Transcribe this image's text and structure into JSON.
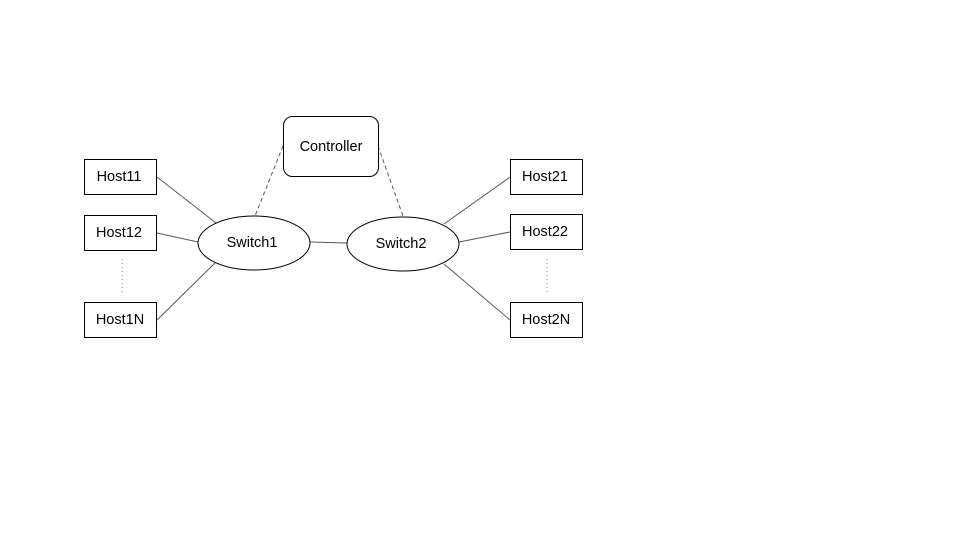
{
  "nodes": {
    "controller": {
      "label": "Controller"
    },
    "switch1": {
      "label": "Switch1"
    },
    "switch2": {
      "label": "Switch2"
    },
    "host11": {
      "label": "Host11"
    },
    "host12": {
      "label": "Host12"
    },
    "host1n": {
      "label": "Host1N"
    },
    "host21": {
      "label": "Host21"
    },
    "host22": {
      "label": "Host22"
    },
    "host2n": {
      "label": "Host2N"
    }
  },
  "edges": [
    {
      "from": "controller",
      "to": "switch1",
      "style": "dashed"
    },
    {
      "from": "controller",
      "to": "switch2",
      "style": "dashed"
    },
    {
      "from": "switch1",
      "to": "switch2",
      "style": "solid"
    },
    {
      "from": "host11",
      "to": "switch1",
      "style": "solid"
    },
    {
      "from": "host12",
      "to": "switch1",
      "style": "solid"
    },
    {
      "from": "host1n",
      "to": "switch1",
      "style": "solid"
    },
    {
      "from": "switch2",
      "to": "host21",
      "style": "solid"
    },
    {
      "from": "switch2",
      "to": "host22",
      "style": "solid"
    },
    {
      "from": "switch2",
      "to": "host2n",
      "style": "solid"
    }
  ]
}
